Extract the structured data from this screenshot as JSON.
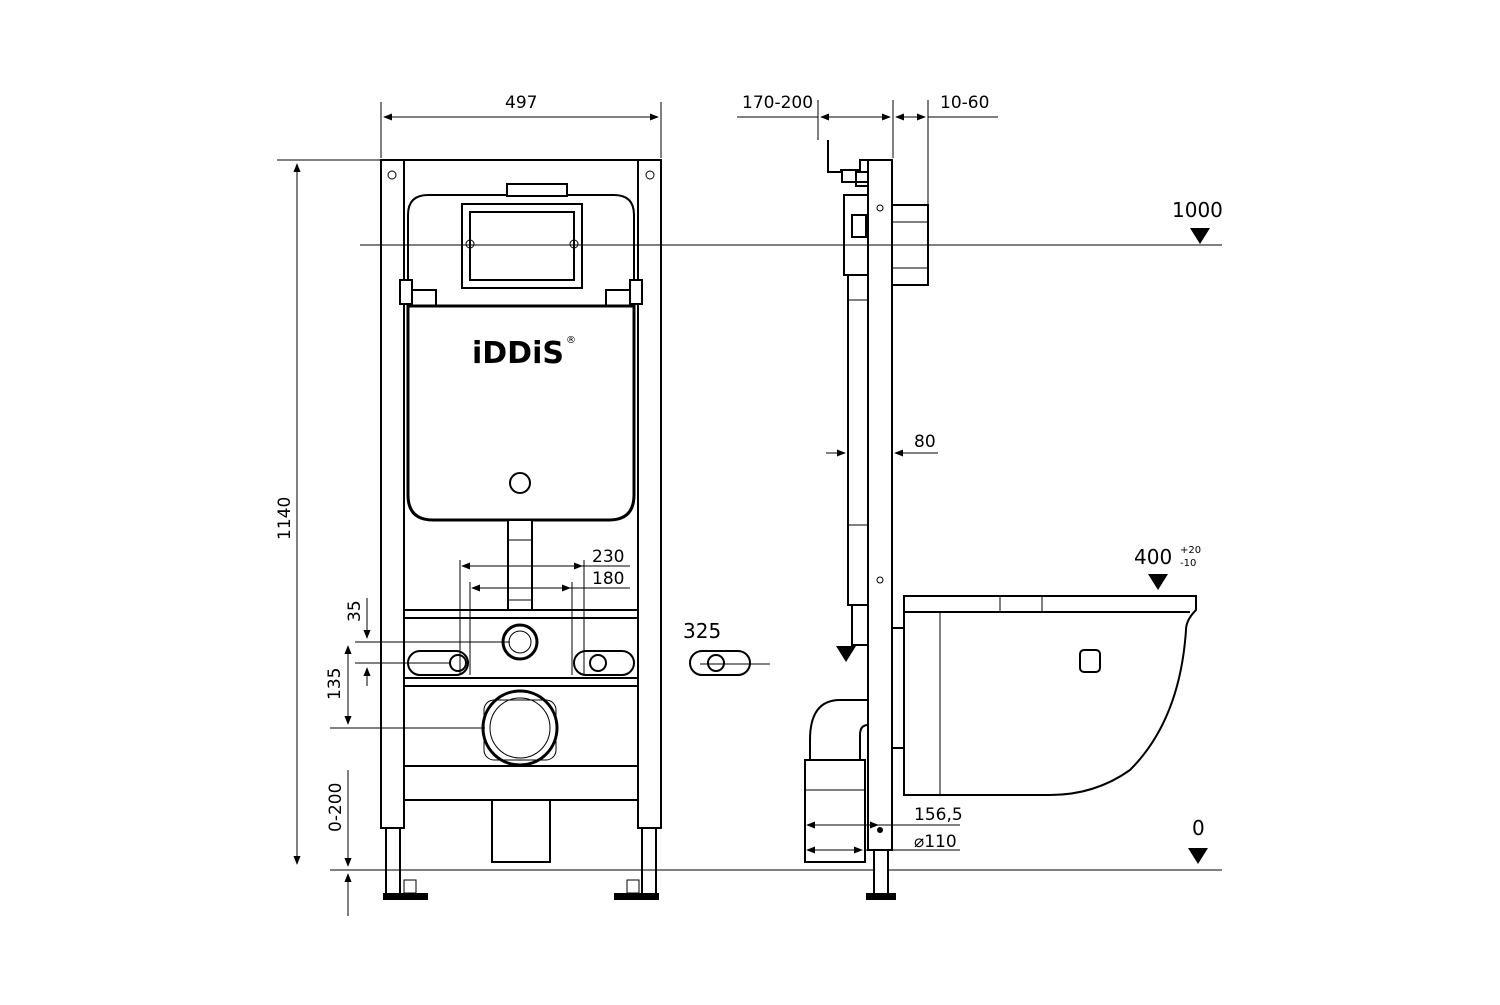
{
  "brand": {
    "logo": "iDDiS",
    "registered": "®"
  },
  "dimensions": {
    "frame_width": "497",
    "frame_height": "1140",
    "depth_range": "170-200",
    "wall_offset": "10-60",
    "frame_depth": "80",
    "button_spacing_1": "230",
    "button_spacing_2": "180",
    "offset_35": "35",
    "offset_135": "135",
    "leg_adjust": "0-200",
    "drain_offset": "156,5",
    "drain_diameter": "⌀110"
  },
  "levels": {
    "flush_button": "1000",
    "water_inlet": "325",
    "bowl_height": "400",
    "bowl_tol_plus": "+20",
    "bowl_tol_minus": "-10",
    "floor": "0"
  }
}
